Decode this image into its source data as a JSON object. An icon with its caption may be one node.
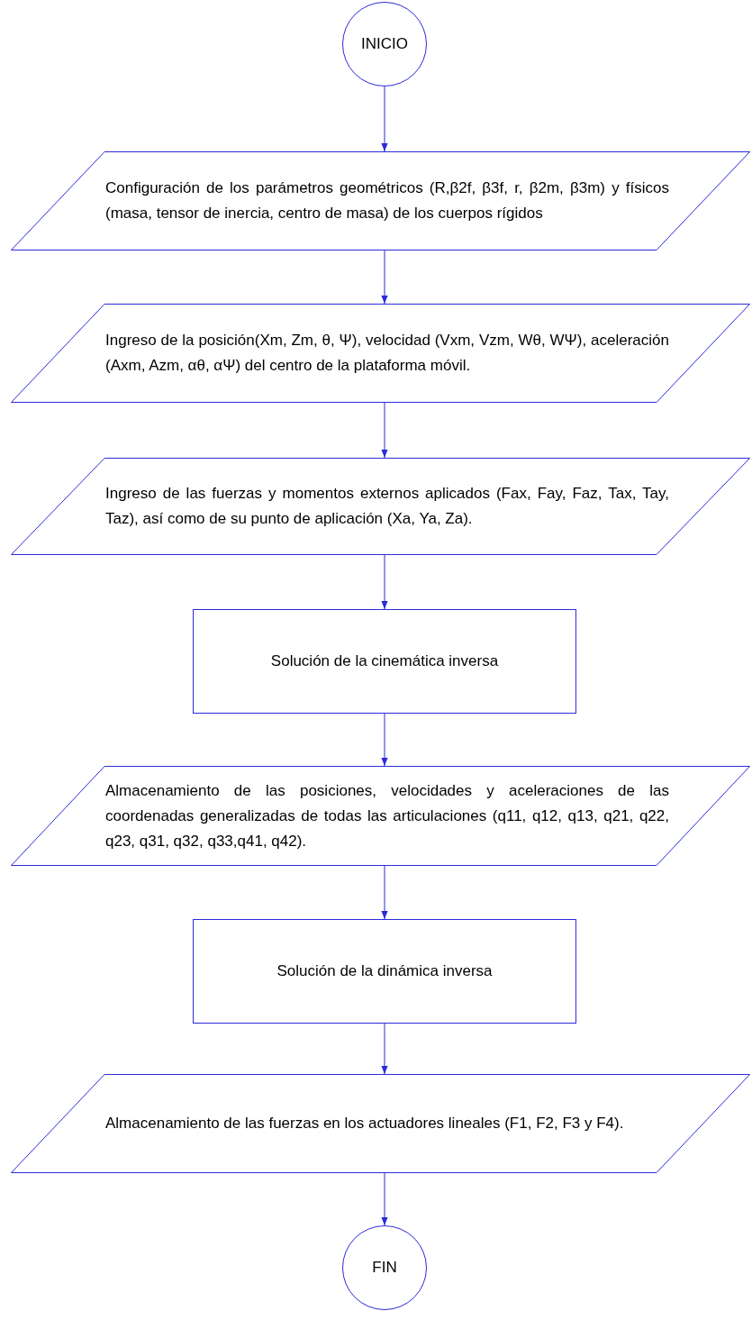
{
  "diagram": {
    "nodes": [
      {
        "text": [
          "INICIO"
        ]
      },
      {
        "text": [
          "Configuración de los parámetros geométricos (R,β2f, β3f, r, β2m, β3m) y físicos (masa, tensor de inercia, centro de masa) de los cuerpos rígidos"
        ]
      },
      {
        "text": [
          "Ingreso de la posición(Xm, Zm, θ, Ψ), velocidad (Vxm, Vzm, Wθ, WΨ), aceleración (Axm, Azm, αθ, αΨ) del centro de la plataforma móvil."
        ]
      },
      {
        "text": [
          "Ingreso de las fuerzas y momentos externos aplicados (Fax, Fay, Faz, Tax, Tay, Taz), así como de su punto de aplicación (Xa, Ya, Za)."
        ]
      },
      {
        "text": [
          "Solución de la cinemática inversa"
        ]
      },
      {
        "text": [
          "Almacenamiento de las posiciones, velocidades y aceleraciones de las coordenadas generalizadas de todas las articulaciones (q11, q12, q13, q21, q22, q23, q31, q32, q33,q41, q42)."
        ]
      },
      {
        "text": [
          "Solución de la dinámica inversa"
        ]
      },
      {
        "text": [
          "Almacenamiento de las fuerzas en los actuadores lineales (F1, F2, F3 y F4)."
        ]
      },
      {
        "text": [
          "FIN"
        ]
      }
    ],
    "edges": [
      {
        "from": 0,
        "to": 1,
        "arrow": "to"
      },
      {
        "from": 1,
        "to": 2,
        "arrow": "to"
      },
      {
        "from": 2,
        "to": 3,
        "arrow": "to"
      },
      {
        "from": 3,
        "to": 4,
        "arrow": "to"
      },
      {
        "from": 4,
        "to": 5,
        "arrow": "to"
      },
      {
        "from": 5,
        "to": 6,
        "arrow": "to"
      },
      {
        "from": 6,
        "to": 7,
        "arrow": "to"
      },
      {
        "from": 7,
        "to": 8,
        "arrow": "to"
      }
    ]
  }
}
